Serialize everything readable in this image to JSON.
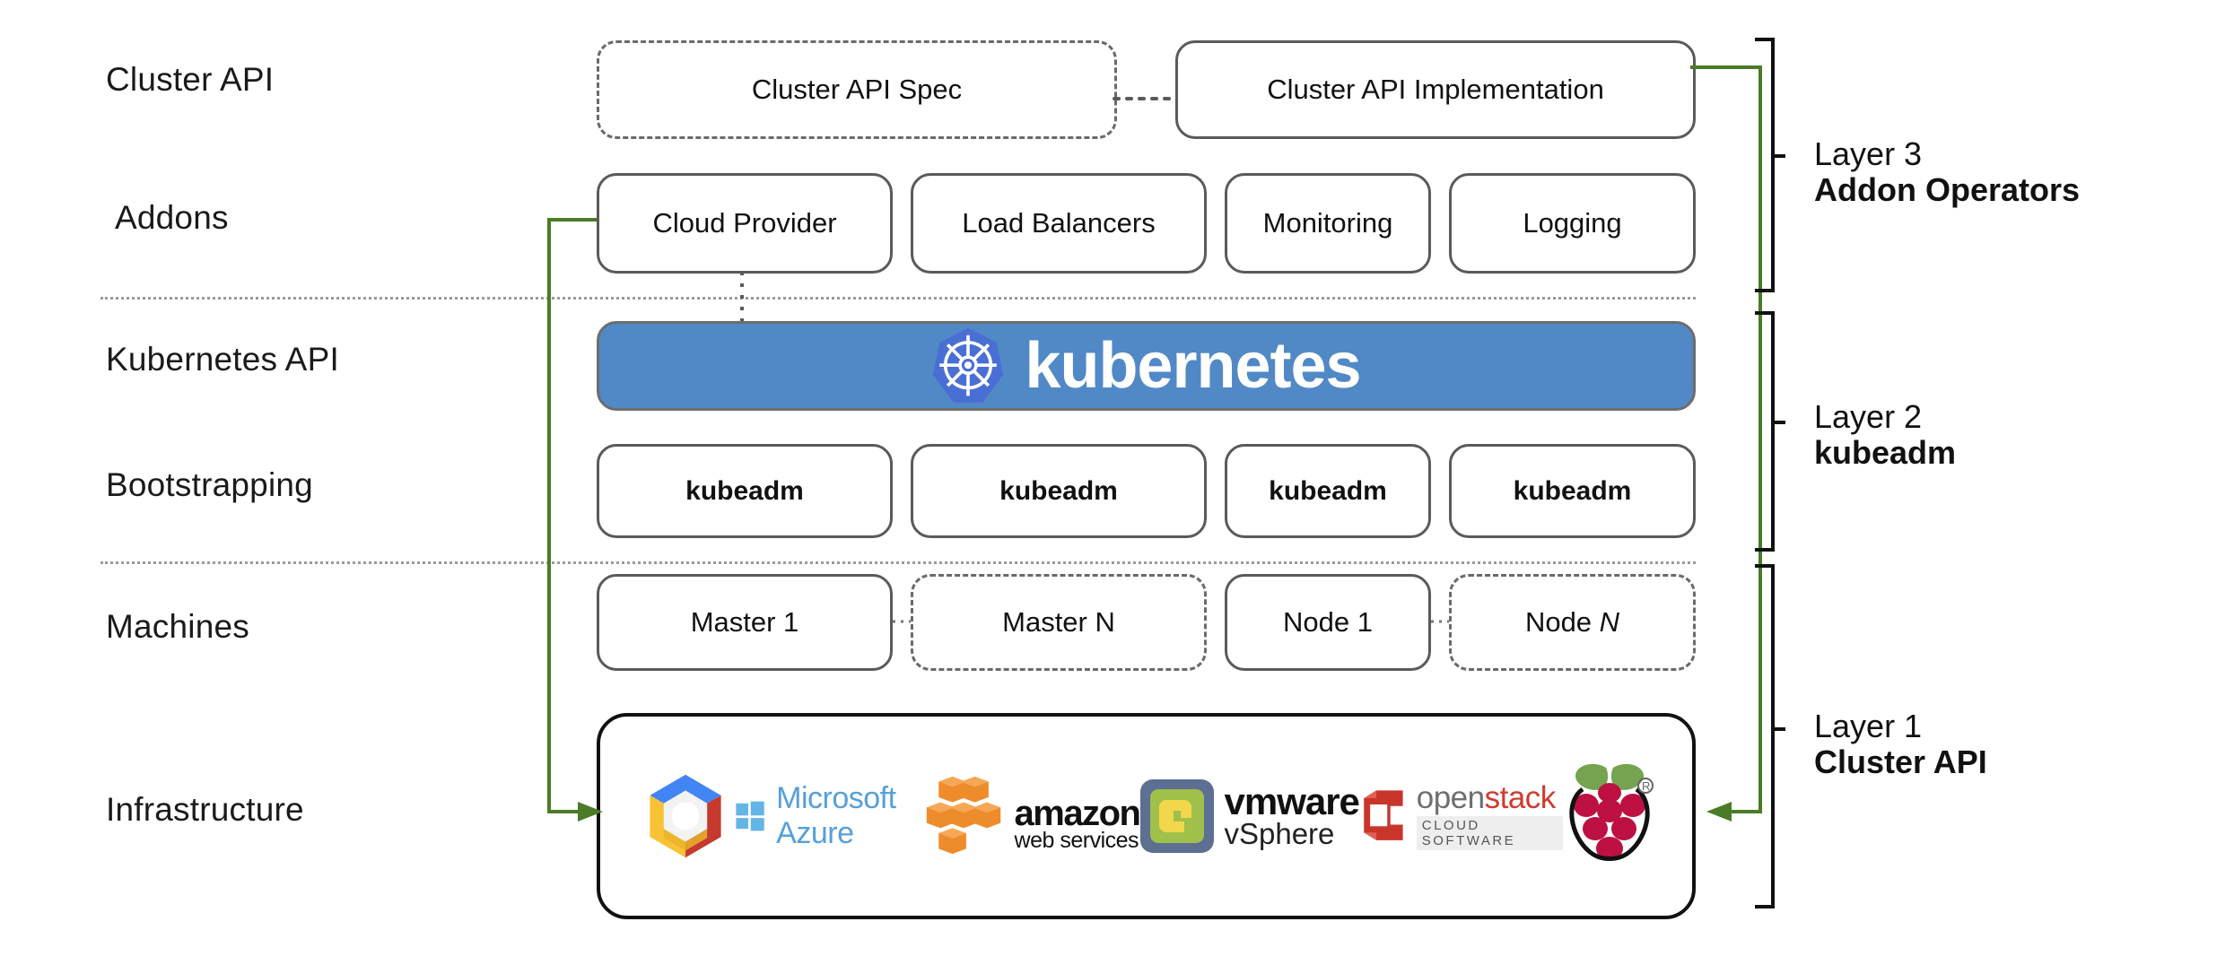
{
  "diagram": {
    "title": "Kubernetes Cluster API layered architecture",
    "row_labels": [
      {
        "id": "cluster-api",
        "text": "Cluster API"
      },
      {
        "id": "addons",
        "text": "Addons"
      },
      {
        "id": "kubernetes-api",
        "text": "Kubernetes API"
      },
      {
        "id": "bootstrapping",
        "text": "Bootstrapping"
      },
      {
        "id": "machines",
        "text": "Machines"
      },
      {
        "id": "infrastructure",
        "text": "Infrastructure"
      }
    ],
    "cluster_api_row": {
      "spec": "Cluster API Spec",
      "implementation": "Cluster API Implementation"
    },
    "addons_row": [
      "Cloud Provider",
      "Load Balancers",
      "Monitoring",
      "Logging"
    ],
    "kubernetes_banner": {
      "wordmark": "kubernetes",
      "logo_name": "kubernetes-helm-wheel-icon",
      "bar_color": "#5089c6",
      "logo_color": "#4a6fd4"
    },
    "bootstrapping_row": [
      "kubeadm",
      "kubeadm",
      "kubeadm",
      "kubeadm"
    ],
    "machines_row": [
      {
        "label": "Master 1",
        "style": "solid",
        "italic_tail": ""
      },
      {
        "label": "Master N",
        "style": "dashed",
        "italic_tail": ""
      },
      {
        "label": "Node 1",
        "style": "solid",
        "italic_tail": ""
      },
      {
        "label": "Node ",
        "style": "dashed",
        "italic_tail": "N"
      }
    ],
    "infrastructure_logos": [
      {
        "name": "google-cloud-platform-logo",
        "text": ""
      },
      {
        "name": "microsoft-azure-logo",
        "text": "Microsoft Azure"
      },
      {
        "name": "amazon-web-services-logo",
        "text_primary": "amazon",
        "text_secondary": "web services"
      },
      {
        "name": "vmware-vsphere-logo",
        "text_primary": "vmware",
        "text_secondary": "vSphere"
      },
      {
        "name": "openstack-logo",
        "text_open": "open",
        "text_stack": "stack",
        "text_tagline": "CLOUD SOFTWARE"
      },
      {
        "name": "raspberry-pi-logo",
        "text": ""
      }
    ],
    "layers": [
      {
        "number": "Layer 3",
        "name": "Addon Operators"
      },
      {
        "number": "Layer 2",
        "name": "kubeadm"
      },
      {
        "number": "Layer 1",
        "name": "Cluster API"
      }
    ],
    "connectors": {
      "spec_to_impl": "dotted-arrow-right",
      "cloud_provider_to_k8s": "dotted-line-down",
      "left_green_arrow": "cloud-provider-to-infrastructure",
      "right_green_arrow": "cluster-api-implementation-to-infrastructure",
      "green_color": "#4a7c28"
    }
  }
}
